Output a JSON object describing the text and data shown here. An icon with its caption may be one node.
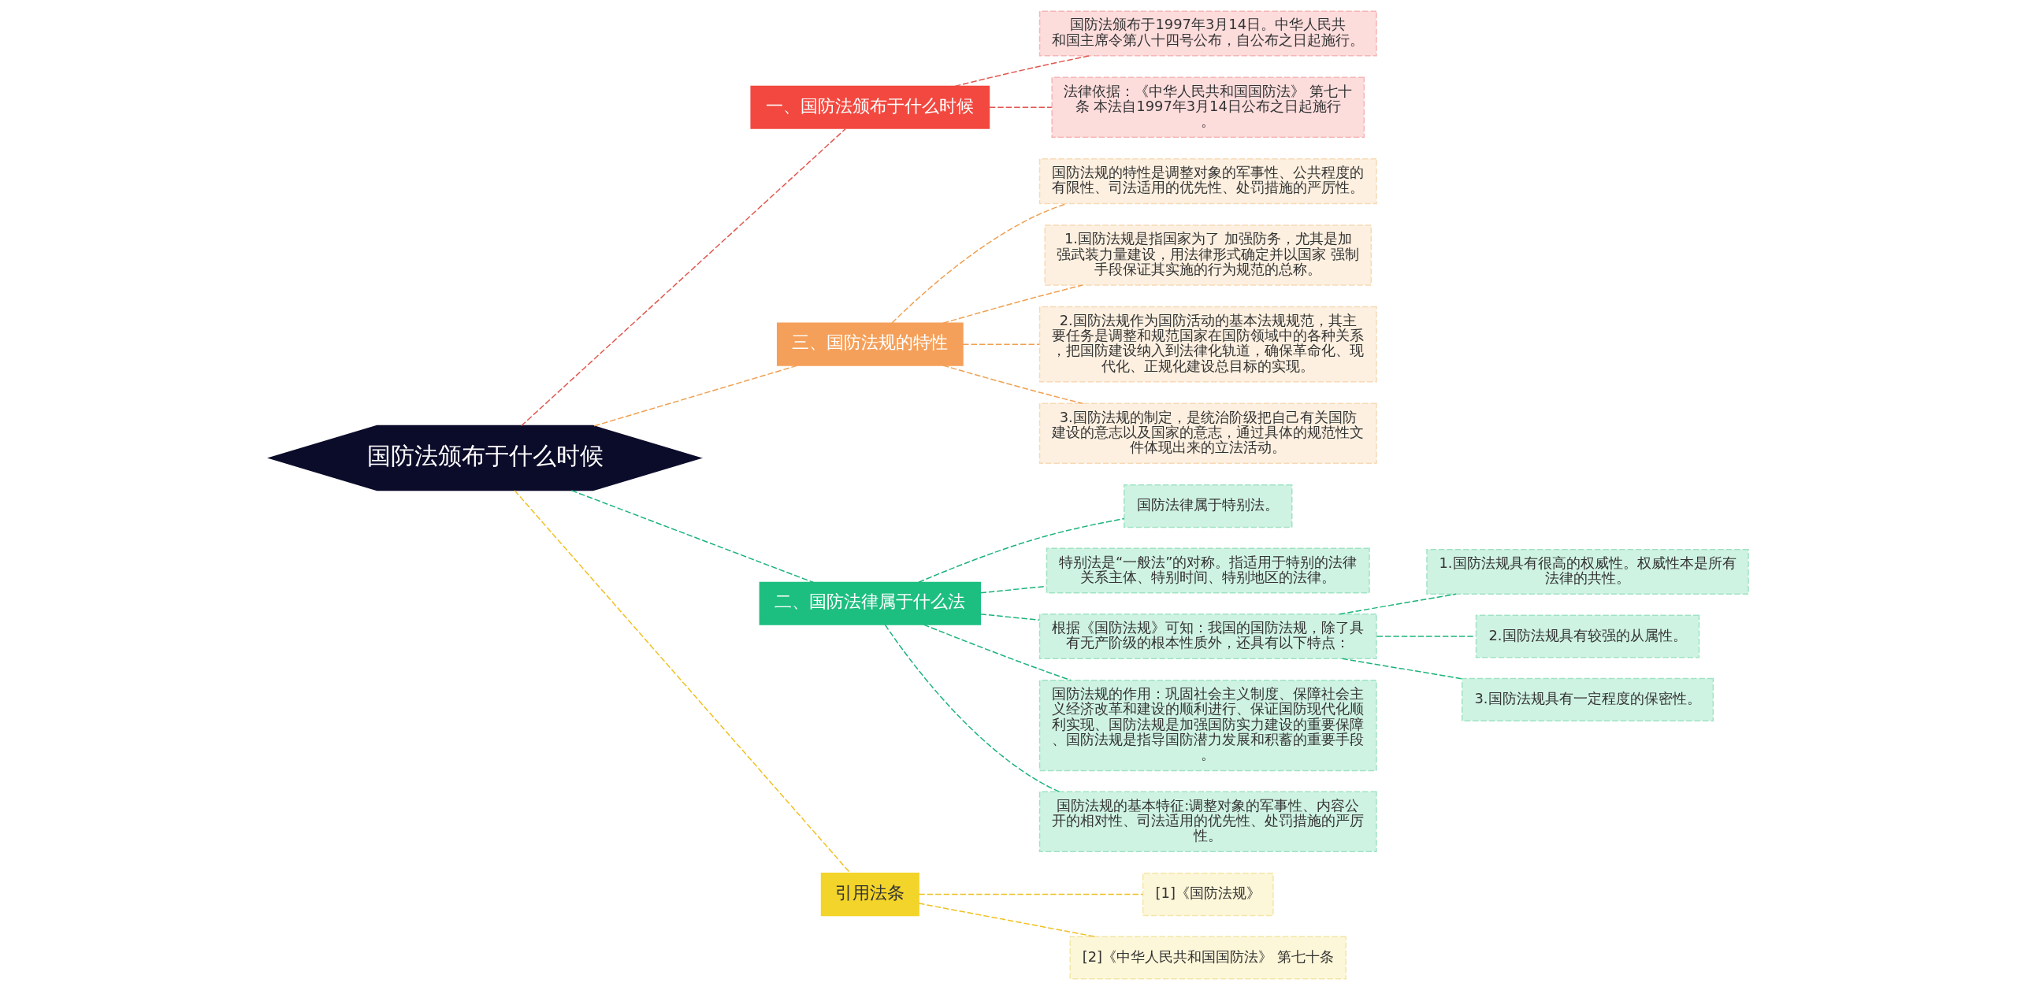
{
  "diagram": {
    "nodes": [
      {
        "text": [
          "国防法颁布于什么时候"
        ]
      },
      {
        "text": [
          "一、国防法颁布于什么时候"
        ]
      },
      {
        "text": [
          "国防法颁布于1997年3月14日。中华人民共和国主席令第八十四号公布，自公布之日起施行。"
        ]
      },
      {
        "text": [
          "法律依据：《中华人民共和国国防法》 第七十条 本法自1997年3月14日公布之日起施行。"
        ]
      },
      {
        "text": [
          "三、国防法规的特性"
        ]
      },
      {
        "text": [
          "国防法规的特性是调整对象的军事性、公共程度的有限性、司法适用的优先性、处罚措施的严厉性。"
        ]
      },
      {
        "text": [
          "1.国防法规是指国家为了 加强防务，尤其是加强武装力量建设，用法律形式确定并以国家 强制手段保证其实施的行为规范的总称。"
        ]
      },
      {
        "text": [
          "2.国防法规作为国防活动的基本法规规范，其主要任务是调整和规范国家在国防领域中的各种关系，把国防建设纳入到法律化轨道，确保革命化、现代化、正规化建设总目标的实现。"
        ]
      },
      {
        "text": [
          "3.国防法规的制定，是统治阶级把自己有关国防建设的意志以及国家的意志，通过具体的规范性文件体现出来的立法活动。"
        ]
      },
      {
        "text": [
          "二、国防法律属于什么法"
        ]
      },
      {
        "text": [
          "国防法律属于特别法。"
        ]
      },
      {
        "text": [
          "特别法是“一般法”的对称。指适用于特别的法律关系主体、特别时间、特别地区的法律。"
        ]
      },
      {
        "text": [
          "根据《国防法规》可知：我国的国防法规，除了具有无产阶级的根本性质外，还具有以下特点："
        ]
      },
      {
        "text": [
          "1.国防法规具有很高的权威性。权威性本是所有法律的共性。"
        ]
      },
      {
        "text": [
          "2.国防法规具有较强的从属性。"
        ]
      },
      {
        "text": [
          "3.国防法规具有一定程度的保密性。"
        ]
      },
      {
        "text": [
          "国防法规的作用：巩固社会主义制度、保障社会主义经济改革和建设的顺利进行、保证国防现代化顺利实现、国防法规是加强国防实力建设的重要保障、国防法规是指导国防潜力发展和积蓄的重要手段。"
        ]
      },
      {
        "text": [
          "国防法规的基本特征:调整对象的军事性、内容公开的相对性、司法适用的优先性、处罚措施的严厉性。"
        ]
      },
      {
        "text": [
          "引用法条"
        ]
      },
      {
        "text": [
          "[1]《国防法规》"
        ]
      },
      {
        "text": [
          "[2]《中华人民共和国国防法》 第七十条"
        ]
      }
    ],
    "edges": [
      {
        "from": 0,
        "to": 1,
        "arrow": "none",
        "style": "dashed",
        "color": "#e0574f"
      },
      {
        "from": 1,
        "to": 2,
        "arrow": "none",
        "style": "dashed",
        "color": "#e0574f"
      },
      {
        "from": 1,
        "to": 3,
        "arrow": "none",
        "style": "dashed",
        "color": "#e0574f"
      },
      {
        "from": 0,
        "to": 4,
        "arrow": "none",
        "style": "dashed",
        "color": "#f0a050"
      },
      {
        "from": 4,
        "to": 5,
        "arrow": "none",
        "style": "dashed",
        "color": "#f0a050"
      },
      {
        "from": 4,
        "to": 6,
        "arrow": "none",
        "style": "dashed",
        "color": "#f0a050"
      },
      {
        "from": 4,
        "to": 7,
        "arrow": "none",
        "style": "dashed",
        "color": "#f0a050"
      },
      {
        "from": 4,
        "to": 8,
        "arrow": "none",
        "style": "dashed",
        "color": "#f0a050"
      },
      {
        "from": 0,
        "to": 9,
        "arrow": "none",
        "style": "dashed",
        "color": "#1bb37a"
      },
      {
        "from": 9,
        "to": 10,
        "arrow": "none",
        "style": "dashed",
        "color": "#1bb37a"
      },
      {
        "from": 9,
        "to": 11,
        "arrow": "none",
        "style": "dashed",
        "color": "#1bb37a"
      },
      {
        "from": 9,
        "to": 12,
        "arrow": "none",
        "style": "dashed",
        "color": "#1bb37a"
      },
      {
        "from": 12,
        "to": 13,
        "arrow": "none",
        "style": "dashed",
        "color": "#1bb37a"
      },
      {
        "from": 12,
        "to": 14,
        "arrow": "none",
        "style": "dashed",
        "color": "#1bb37a"
      },
      {
        "from": 12,
        "to": 15,
        "arrow": "none",
        "style": "dashed",
        "color": "#1bb37a"
      },
      {
        "from": 9,
        "to": 16,
        "arrow": "none",
        "style": "dashed",
        "color": "#1bb37a"
      },
      {
        "from": 9,
        "to": 17,
        "arrow": "none",
        "style": "dashed",
        "color": "#1bb37a"
      },
      {
        "from": 0,
        "to": 18,
        "arrow": "none",
        "style": "dashed",
        "color": "#f0c020"
      },
      {
        "from": 18,
        "to": 19,
        "arrow": "none",
        "style": "dashed",
        "color": "#f0c020"
      },
      {
        "from": 18,
        "to": 20,
        "arrow": "none",
        "style": "dashed",
        "color": "#f0c020"
      }
    ]
  }
}
